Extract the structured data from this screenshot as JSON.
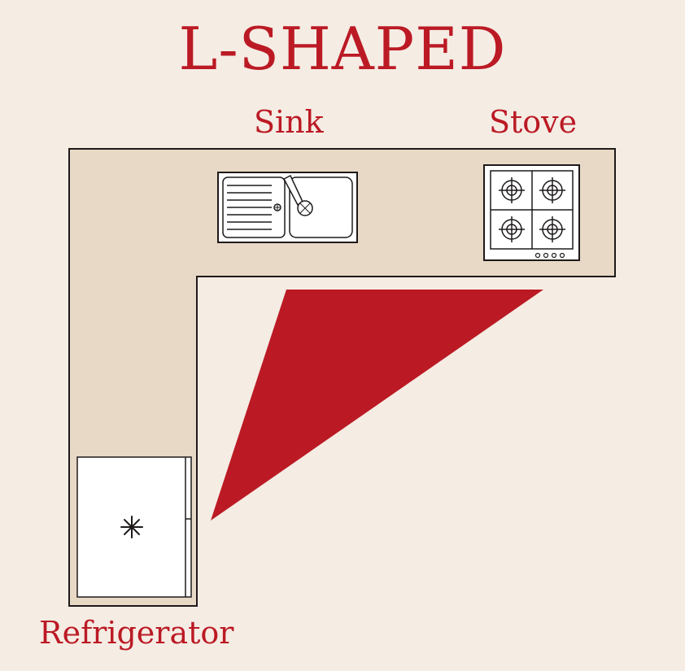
{
  "title": "L-SHAPED",
  "labels": {
    "sink": "Sink",
    "stove": "Stove",
    "refrigerator": "Refrigerator"
  },
  "colors": {
    "background": "#f5ece4",
    "counter": "#e8d8c6",
    "accent": "#bb1a24",
    "outline": "#1e1a1a",
    "appliance": "#ffffff"
  },
  "icons": {
    "sink": "sink-icon",
    "stove": "stove-icon",
    "refrigerator": "snowflake-icon"
  }
}
